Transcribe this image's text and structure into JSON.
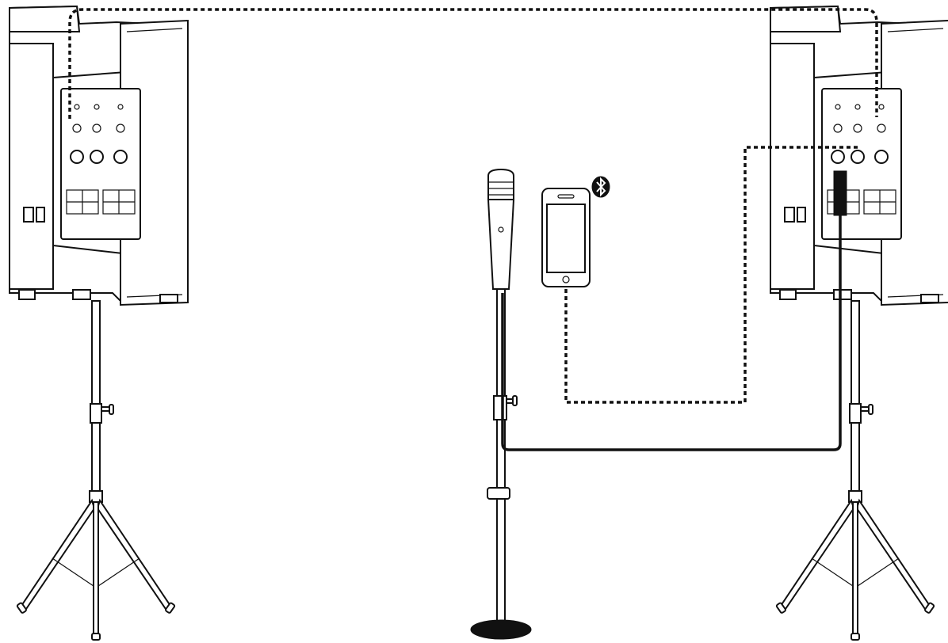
{
  "diagram": {
    "devices": [
      {
        "id": "speaker-left",
        "kind": "powered-speaker",
        "icon": "speaker-icon"
      },
      {
        "id": "speaker-right",
        "kind": "powered-speaker",
        "icon": "speaker-icon"
      },
      {
        "id": "microphone",
        "kind": "handheld-microphone",
        "icon": "microphone-icon"
      },
      {
        "id": "smartphone",
        "kind": "smartphone",
        "icon": "phone-icon"
      },
      {
        "id": "bluetooth-badge",
        "kind": "bluetooth",
        "icon": "bluetooth-icon"
      }
    ],
    "stands": [
      {
        "id": "stand-left",
        "kind": "tripod-stand"
      },
      {
        "id": "stand-right",
        "kind": "tripod-stand"
      },
      {
        "id": "mic-stand",
        "kind": "round-base-mic-stand"
      }
    ],
    "connections": [
      {
        "from": "speaker-left",
        "to": "speaker-right",
        "style": "dashed",
        "meaning": "wireless-link"
      },
      {
        "from": "smartphone",
        "to": "speaker-right",
        "style": "dashed",
        "meaning": "bluetooth-link"
      },
      {
        "from": "microphone",
        "to": "speaker-right",
        "style": "solid",
        "meaning": "cable"
      }
    ],
    "colors": {
      "line": "#111111",
      "background": "#ffffff"
    }
  }
}
